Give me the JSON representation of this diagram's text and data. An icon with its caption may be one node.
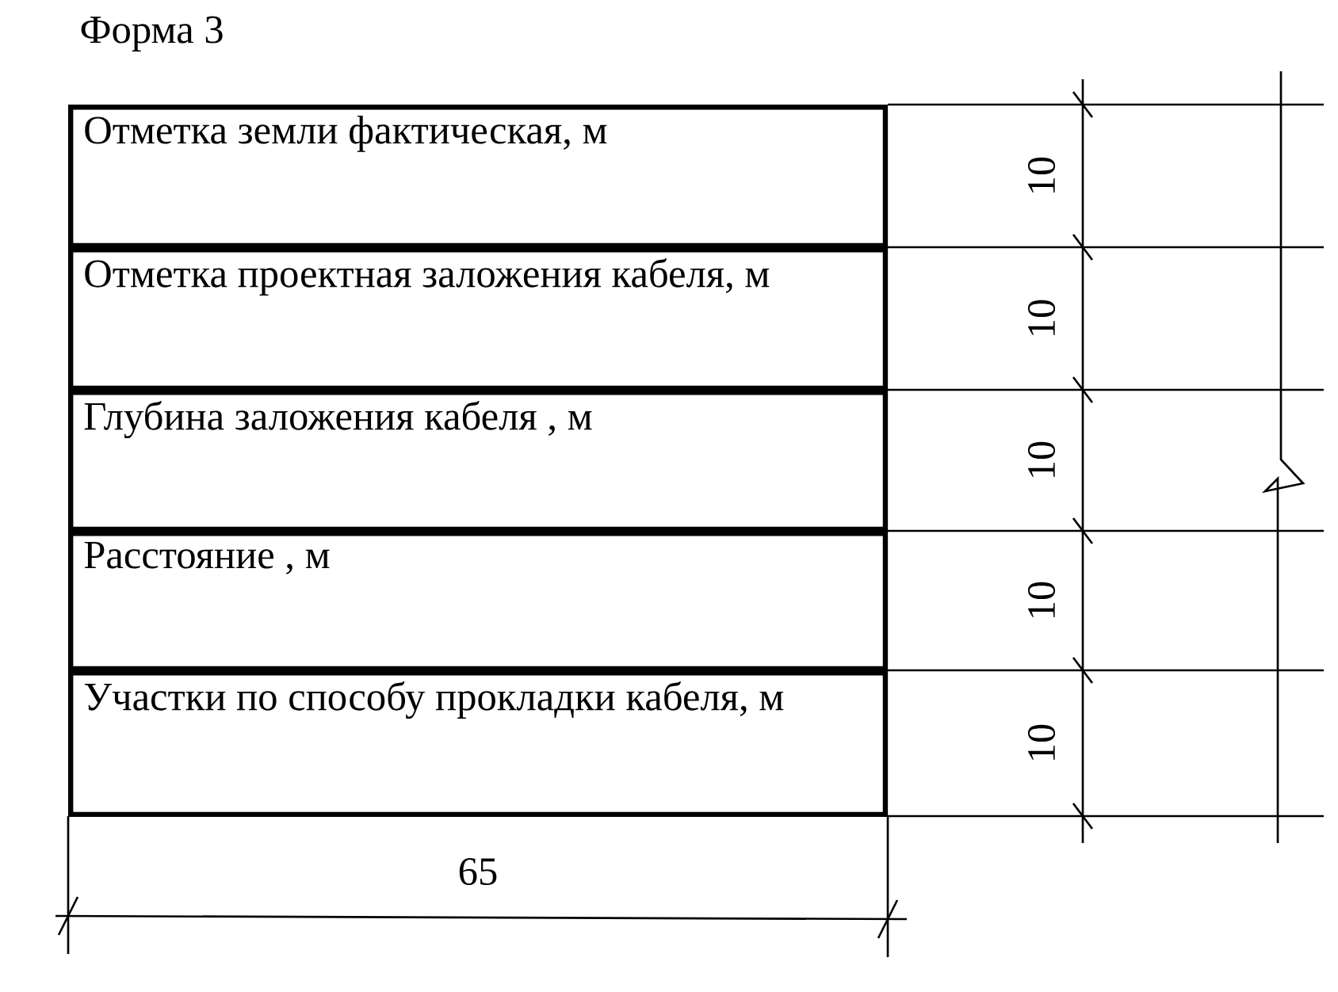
{
  "diagram": {
    "title": "Форма 3",
    "nodes": [
      {
        "text": [
          "Отметка земли фактическая, м"
        ]
      },
      {
        "text": [
          "Отметка проектная заложения кабеля, м"
        ]
      },
      {
        "text": [
          "Глубина заложения кабеля , м"
        ]
      },
      {
        "text": [
          "Расстояние , м"
        ]
      },
      {
        "text": [
          "Участки по способу прокладки кабеля, м"
        ]
      }
    ],
    "labels": [
      "10",
      "10",
      "10",
      "10",
      "10",
      "65"
    ]
  }
}
